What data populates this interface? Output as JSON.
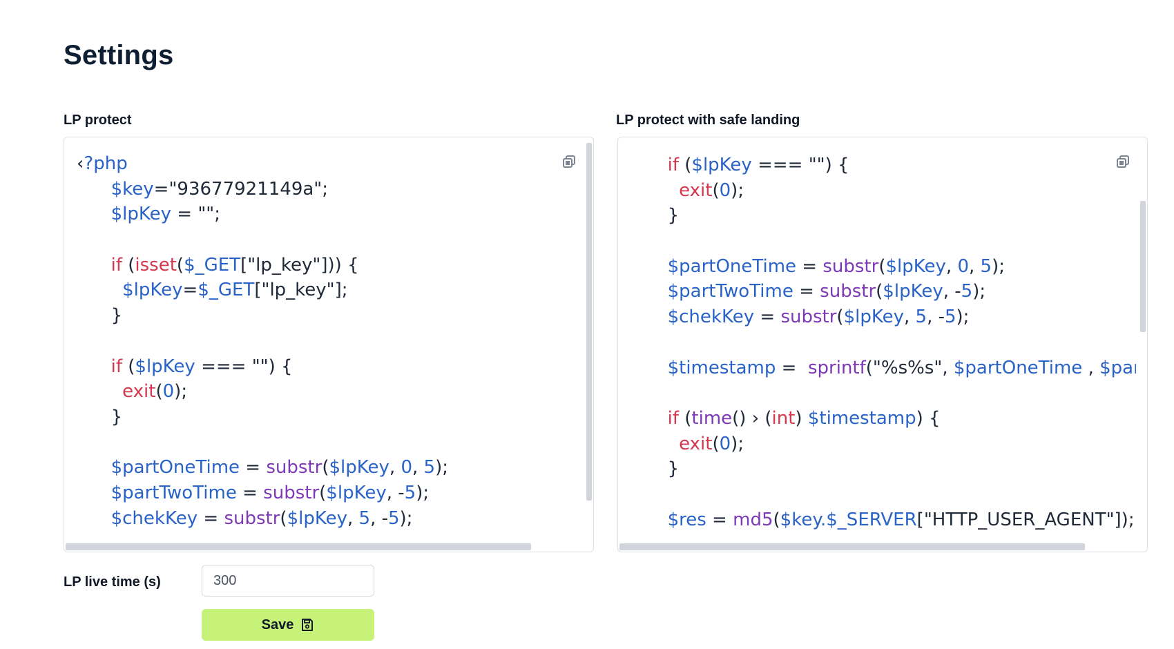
{
  "page": {
    "title": "Settings"
  },
  "panels": {
    "lp_protect": {
      "label": "LP protect",
      "copy_icon": "copy-icon",
      "lines": [
        [
          {
            "c": "pun",
            "t": "‹"
          },
          {
            "c": "var",
            "t": "?php"
          }
        ],
        [
          {
            "c": "str",
            "t": "      "
          },
          {
            "c": "var",
            "t": "$key"
          },
          {
            "c": "pun",
            "t": "=\"93677921149a\";"
          }
        ],
        [
          {
            "c": "str",
            "t": "      "
          },
          {
            "c": "var",
            "t": "$lpKey"
          },
          {
            "c": "pun",
            "t": " = \"\";"
          }
        ],
        [
          {
            "c": "str",
            "t": " "
          }
        ],
        [
          {
            "c": "str",
            "t": "      "
          },
          {
            "c": "kw",
            "t": "if"
          },
          {
            "c": "pun",
            "t": " ("
          },
          {
            "c": "kw",
            "t": "isset"
          },
          {
            "c": "pun",
            "t": "("
          },
          {
            "c": "var",
            "t": "$_GET"
          },
          {
            "c": "pun",
            "t": "[\"lp_key\"])) {"
          }
        ],
        [
          {
            "c": "str",
            "t": "        "
          },
          {
            "c": "var",
            "t": "$lpKey"
          },
          {
            "c": "pun",
            "t": "="
          },
          {
            "c": "var",
            "t": "$_GET"
          },
          {
            "c": "pun",
            "t": "[\"lp_key\"];"
          }
        ],
        [
          {
            "c": "str",
            "t": "      "
          },
          {
            "c": "pun",
            "t": "}"
          }
        ],
        [
          {
            "c": "str",
            "t": " "
          }
        ],
        [
          {
            "c": "str",
            "t": "      "
          },
          {
            "c": "kw",
            "t": "if"
          },
          {
            "c": "pun",
            "t": " ("
          },
          {
            "c": "var",
            "t": "$lpKey"
          },
          {
            "c": "pun",
            "t": " === \"\") {"
          }
        ],
        [
          {
            "c": "str",
            "t": "        "
          },
          {
            "c": "kw",
            "t": "exit"
          },
          {
            "c": "pun",
            "t": "("
          },
          {
            "c": "num",
            "t": "0"
          },
          {
            "c": "pun",
            "t": ");"
          }
        ],
        [
          {
            "c": "str",
            "t": "      "
          },
          {
            "c": "pun",
            "t": "}"
          }
        ],
        [
          {
            "c": "str",
            "t": " "
          }
        ],
        [
          {
            "c": "str",
            "t": "      "
          },
          {
            "c": "var",
            "t": "$partOneTime"
          },
          {
            "c": "pun",
            "t": " = "
          },
          {
            "c": "fn",
            "t": "substr"
          },
          {
            "c": "pun",
            "t": "("
          },
          {
            "c": "var",
            "t": "$lpKey"
          },
          {
            "c": "pun",
            "t": ", "
          },
          {
            "c": "num",
            "t": "0"
          },
          {
            "c": "pun",
            "t": ", "
          },
          {
            "c": "num",
            "t": "5"
          },
          {
            "c": "pun",
            "t": ");"
          }
        ],
        [
          {
            "c": "str",
            "t": "      "
          },
          {
            "c": "var",
            "t": "$partTwoTime"
          },
          {
            "c": "pun",
            "t": " = "
          },
          {
            "c": "fn",
            "t": "substr"
          },
          {
            "c": "pun",
            "t": "("
          },
          {
            "c": "var",
            "t": "$lpKey"
          },
          {
            "c": "pun",
            "t": ", -"
          },
          {
            "c": "num",
            "t": "5"
          },
          {
            "c": "pun",
            "t": ");"
          }
        ],
        [
          {
            "c": "str",
            "t": "      "
          },
          {
            "c": "var",
            "t": "$chekKey"
          },
          {
            "c": "pun",
            "t": " = "
          },
          {
            "c": "fn",
            "t": "substr"
          },
          {
            "c": "pun",
            "t": "("
          },
          {
            "c": "var",
            "t": "$lpKey"
          },
          {
            "c": "pun",
            "t": ", "
          },
          {
            "c": "num",
            "t": "5"
          },
          {
            "c": "pun",
            "t": ", -"
          },
          {
            "c": "num",
            "t": "5"
          },
          {
            "c": "pun",
            "t": ");"
          }
        ]
      ]
    },
    "lp_protect_safe": {
      "label": "LP protect with safe landing",
      "copy_icon": "copy-icon",
      "lines": [
        [
          {
            "c": "str",
            "t": "      "
          },
          {
            "c": "kw",
            "t": "if"
          },
          {
            "c": "pun",
            "t": " ("
          },
          {
            "c": "var",
            "t": "$lpKey"
          },
          {
            "c": "pun",
            "t": " === \"\") {"
          }
        ],
        [
          {
            "c": "str",
            "t": "        "
          },
          {
            "c": "kw",
            "t": "exit"
          },
          {
            "c": "pun",
            "t": "("
          },
          {
            "c": "num",
            "t": "0"
          },
          {
            "c": "pun",
            "t": ");"
          }
        ],
        [
          {
            "c": "str",
            "t": "      "
          },
          {
            "c": "pun",
            "t": "}"
          }
        ],
        [
          {
            "c": "str",
            "t": " "
          }
        ],
        [
          {
            "c": "str",
            "t": "      "
          },
          {
            "c": "var",
            "t": "$partOneTime"
          },
          {
            "c": "pun",
            "t": " = "
          },
          {
            "c": "fn",
            "t": "substr"
          },
          {
            "c": "pun",
            "t": "("
          },
          {
            "c": "var",
            "t": "$lpKey"
          },
          {
            "c": "pun",
            "t": ", "
          },
          {
            "c": "num",
            "t": "0"
          },
          {
            "c": "pun",
            "t": ", "
          },
          {
            "c": "num",
            "t": "5"
          },
          {
            "c": "pun",
            "t": ");"
          }
        ],
        [
          {
            "c": "str",
            "t": "      "
          },
          {
            "c": "var",
            "t": "$partTwoTime"
          },
          {
            "c": "pun",
            "t": " = "
          },
          {
            "c": "fn",
            "t": "substr"
          },
          {
            "c": "pun",
            "t": "("
          },
          {
            "c": "var",
            "t": "$lpKey"
          },
          {
            "c": "pun",
            "t": ", -"
          },
          {
            "c": "num",
            "t": "5"
          },
          {
            "c": "pun",
            "t": ");"
          }
        ],
        [
          {
            "c": "str",
            "t": "      "
          },
          {
            "c": "var",
            "t": "$chekKey"
          },
          {
            "c": "pun",
            "t": " = "
          },
          {
            "c": "fn",
            "t": "substr"
          },
          {
            "c": "pun",
            "t": "("
          },
          {
            "c": "var",
            "t": "$lpKey"
          },
          {
            "c": "pun",
            "t": ", "
          },
          {
            "c": "num",
            "t": "5"
          },
          {
            "c": "pun",
            "t": ", -"
          },
          {
            "c": "num",
            "t": "5"
          },
          {
            "c": "pun",
            "t": ");"
          }
        ],
        [
          {
            "c": "str",
            "t": " "
          }
        ],
        [
          {
            "c": "str",
            "t": "      "
          },
          {
            "c": "var",
            "t": "$timestamp"
          },
          {
            "c": "pun",
            "t": " =  "
          },
          {
            "c": "fn",
            "t": "sprintf"
          },
          {
            "c": "pun",
            "t": "(\"%s%s\", "
          },
          {
            "c": "var",
            "t": "$partOneTime"
          },
          {
            "c": "pun",
            "t": " , "
          },
          {
            "c": "var",
            "t": "$partTw"
          }
        ],
        [
          {
            "c": "str",
            "t": " "
          }
        ],
        [
          {
            "c": "str",
            "t": "      "
          },
          {
            "c": "kw",
            "t": "if"
          },
          {
            "c": "pun",
            "t": " ("
          },
          {
            "c": "fn",
            "t": "time"
          },
          {
            "c": "pun",
            "t": "() › ("
          },
          {
            "c": "kw",
            "t": "int"
          },
          {
            "c": "pun",
            "t": ") "
          },
          {
            "c": "var",
            "t": "$timestamp"
          },
          {
            "c": "pun",
            "t": ") {"
          }
        ],
        [
          {
            "c": "str",
            "t": "        "
          },
          {
            "c": "kw",
            "t": "exit"
          },
          {
            "c": "pun",
            "t": "("
          },
          {
            "c": "num",
            "t": "0"
          },
          {
            "c": "pun",
            "t": ");"
          }
        ],
        [
          {
            "c": "str",
            "t": "      "
          },
          {
            "c": "pun",
            "t": "}"
          }
        ],
        [
          {
            "c": "str",
            "t": " "
          }
        ],
        [
          {
            "c": "str",
            "t": "      "
          },
          {
            "c": "var",
            "t": "$res"
          },
          {
            "c": "pun",
            "t": " = "
          },
          {
            "c": "fn",
            "t": "md5"
          },
          {
            "c": "pun",
            "t": "("
          },
          {
            "c": "var",
            "t": "$key.$_SERVER"
          },
          {
            "c": "pun",
            "t": "[\"HTTP_USER_AGENT\"]);"
          }
        ]
      ]
    }
  },
  "live_time": {
    "label": "LP live time (s)",
    "value": "300"
  },
  "save": {
    "label": "Save",
    "icon": "save-icon"
  },
  "colors": {
    "variable": "#2a63c7",
    "keyword": "#d5384f",
    "function": "#7e3ab6",
    "save_button": "#c6f27a"
  }
}
